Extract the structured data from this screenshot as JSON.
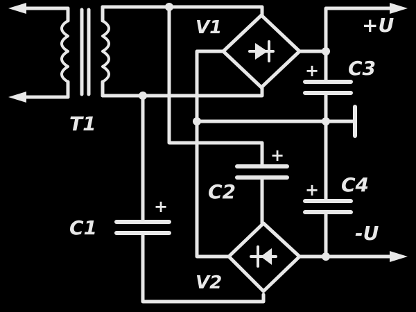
{
  "colors": {
    "background": "#000000",
    "ink": "#e8e8e8"
  },
  "labels": {
    "transformer": "T1",
    "bridge_top": "V1",
    "bridge_bottom": "V2",
    "cap_c1": "C1",
    "cap_c2": "C2",
    "cap_c3": "C3",
    "cap_c4": "C4",
    "out_pos": "+U",
    "out_neg": "-U"
  },
  "polarity": {
    "plus": "+"
  },
  "icons": {
    "ground": "ground-symbol",
    "diode": "diode-symbol",
    "arrow": "arrow-head"
  }
}
